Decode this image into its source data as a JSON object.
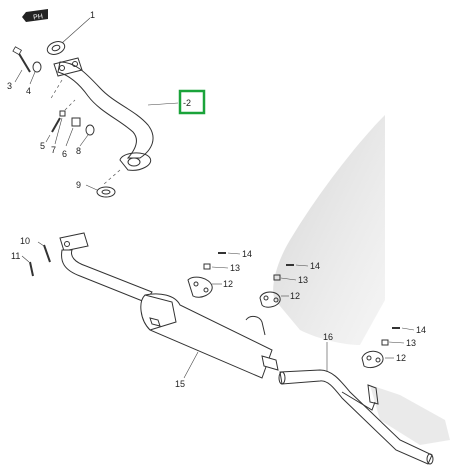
{
  "badge": {
    "text": "PH"
  },
  "highlight_color": "#1aa33a",
  "parts": [
    {
      "id": "p1",
      "label": "1"
    },
    {
      "id": "p2",
      "label": "-2"
    },
    {
      "id": "p3",
      "label": "3"
    },
    {
      "id": "p4",
      "label": "4"
    },
    {
      "id": "p5",
      "label": "5"
    },
    {
      "id": "p6",
      "label": "6"
    },
    {
      "id": "p7",
      "label": "7"
    },
    {
      "id": "p8",
      "label": "8"
    },
    {
      "id": "p9",
      "label": "9"
    },
    {
      "id": "p10",
      "label": "10"
    },
    {
      "id": "p11",
      "label": "11"
    },
    {
      "id": "p12a",
      "label": "12"
    },
    {
      "id": "p12b",
      "label": "12"
    },
    {
      "id": "p12c",
      "label": "12"
    },
    {
      "id": "p13a",
      "label": "13"
    },
    {
      "id": "p13b",
      "label": "13"
    },
    {
      "id": "p13c",
      "label": "13"
    },
    {
      "id": "p14a",
      "label": "14"
    },
    {
      "id": "p14b",
      "label": "14"
    },
    {
      "id": "p14c",
      "label": "14"
    },
    {
      "id": "p15",
      "label": "15"
    },
    {
      "id": "p16",
      "label": "16"
    }
  ]
}
